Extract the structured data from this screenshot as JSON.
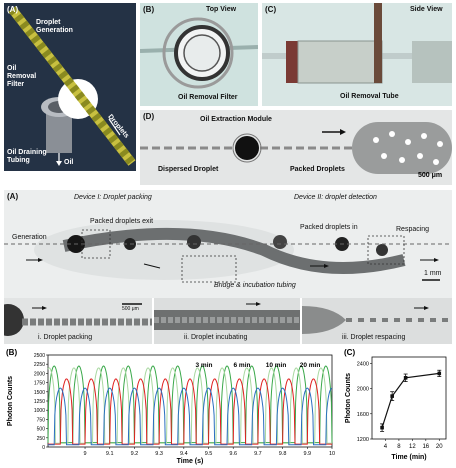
{
  "figure1": {
    "panel_a": {
      "tag": "(A)",
      "droplet_generation": "Droplet Generation",
      "oil_removal_filter": "Oil Removal Filter",
      "droplets": "Droplets",
      "oil_draining_tubing": "Oil Draining Tubing",
      "oil": "Oil"
    },
    "panel_b": {
      "tag": "(B)",
      "title": "Top View",
      "label": "Oil Removal Filter"
    },
    "panel_c": {
      "tag": "(C)",
      "title": "Side View",
      "label": "Oil Removal Tube"
    },
    "panel_d": {
      "tag": "(D)",
      "module": "Oil Extraction Module",
      "dispersed": "Dispersed Droplet",
      "packed": "Packed Droplets",
      "scale": "500 μm"
    }
  },
  "figure2": {
    "panel_a": {
      "tag": "(A)",
      "device1": "Device I: Droplet packing",
      "device2": "Device II: droplet detection",
      "generation": "Generation",
      "packed_exit": "Packed   droplets exit",
      "packed_in": "Packed   droplets in",
      "respacing": "Respacing",
      "bridge": "Bridge  & incubation tubing",
      "scale_main": "1 mm",
      "scale_inset": "500  μm",
      "inset1": "i. Droplet packing",
      "inset2": "ii. Droplet incubating",
      "inset3": "iii. Droplet respacing"
    }
  },
  "chart_data": [
    {
      "type": "line",
      "tag": "(B)",
      "xlabel": "Time (s)",
      "ylabel": "Photon Counts",
      "xlim": [
        8.85,
        10.0
      ],
      "ylim": [
        0,
        2500
      ],
      "xticks": [
        9.0,
        9.1,
        9.2,
        9.3,
        9.4,
        9.5,
        9.6,
        9.7,
        9.8,
        9.9,
        10.0
      ],
      "xtick_labels": [
        "9",
        "9.1",
        "9.2",
        "9.3",
        "9.4",
        "9.5",
        "9.6",
        "9.7",
        "9.8",
        "9.9",
        "10"
      ],
      "yticks": [
        0,
        250,
        500,
        750,
        1000,
        1250,
        1500,
        1750,
        2000,
        2250,
        2500
      ],
      "annotations": [
        "3 min",
        "6 min",
        "10 min",
        "20 min"
      ],
      "period": 0.1,
      "series": [
        {
          "color": "#3aa84a",
          "peak": 2200,
          "base": 120,
          "phase": 0.0
        },
        {
          "color": "#a8d8a0",
          "peak": 2150,
          "base": 100,
          "phase": 0.02
        },
        {
          "color": "#e02020",
          "peak": 1850,
          "base": 80,
          "phase": 0.05
        },
        {
          "color": "#2a6fc0",
          "peak": 1600,
          "base": 60,
          "phase": 0.075
        }
      ]
    },
    {
      "type": "line",
      "tag": "(C)",
      "xlabel": "Time (min)",
      "ylabel": "Photon Counts",
      "xlim": [
        0,
        22
      ],
      "ylim": [
        1200,
        2500
      ],
      "xticks": [
        4,
        8,
        12,
        16,
        20
      ],
      "xtick_labels": [
        "4",
        "8",
        "12",
        "16",
        "20"
      ],
      "yticks": [
        1200,
        1600,
        2000,
        2400
      ],
      "ytick_labels": [
        "1200",
        "1600",
        "2000",
        "2400"
      ],
      "x": [
        3,
        6,
        10,
        20
      ],
      "y": [
        1380,
        1880,
        2170,
        2240
      ],
      "err": [
        60,
        70,
        60,
        50
      ]
    }
  ]
}
